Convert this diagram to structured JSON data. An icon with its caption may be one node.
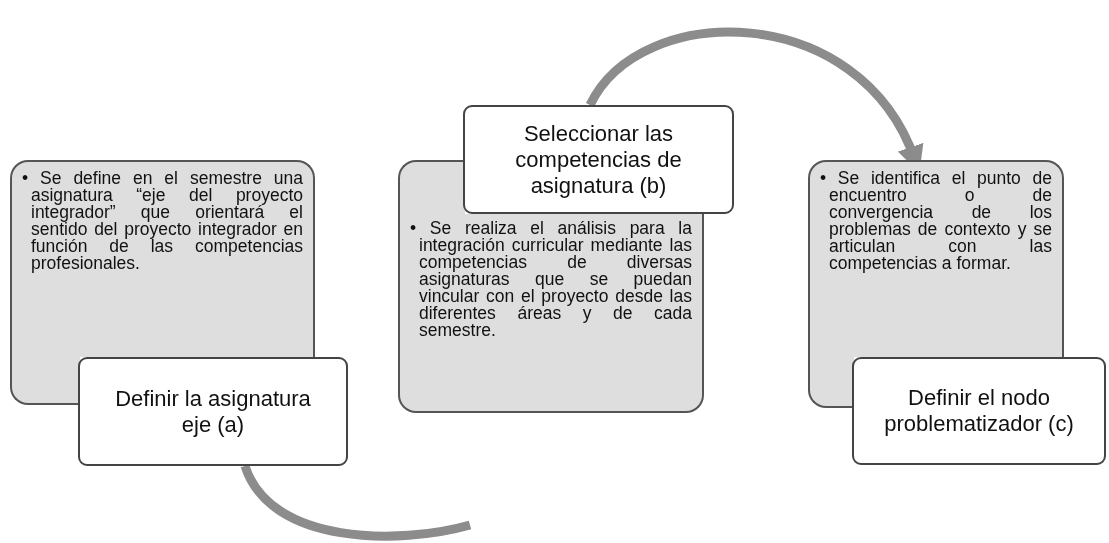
{
  "diagram": {
    "nodes": [
      {
        "text": [
          "• Se define en el semestre una asignatura “eje del proyecto integrador” que orientará el sentido del proyecto integrador en función de las competencias profesionales."
        ]
      },
      {
        "text": [
          "Definir la asignatura eje (a)"
        ]
      },
      {
        "text": [
          "Seleccionar las competencias de asignatura (b)"
        ]
      },
      {
        "text": [
          "• Se realiza el análisis para la integración curricular mediante las competencias de diversas asignaturas que se puedan vincular con el proyecto desde las diferentes áreas y de cada semestre."
        ]
      },
      {
        "text": [
          "• Se identifica el punto de encuentro o de convergencia de los problemas de contexto y se articulan con las competencias a formar."
        ]
      },
      {
        "text": [
          "Definir el nodo problematizador (c)"
        ]
      }
    ],
    "edges": [
      {
        "from": 1,
        "to": null,
        "arrow": "none"
      },
      {
        "from": 2,
        "to": 4,
        "arrow": "to"
      }
    ]
  }
}
